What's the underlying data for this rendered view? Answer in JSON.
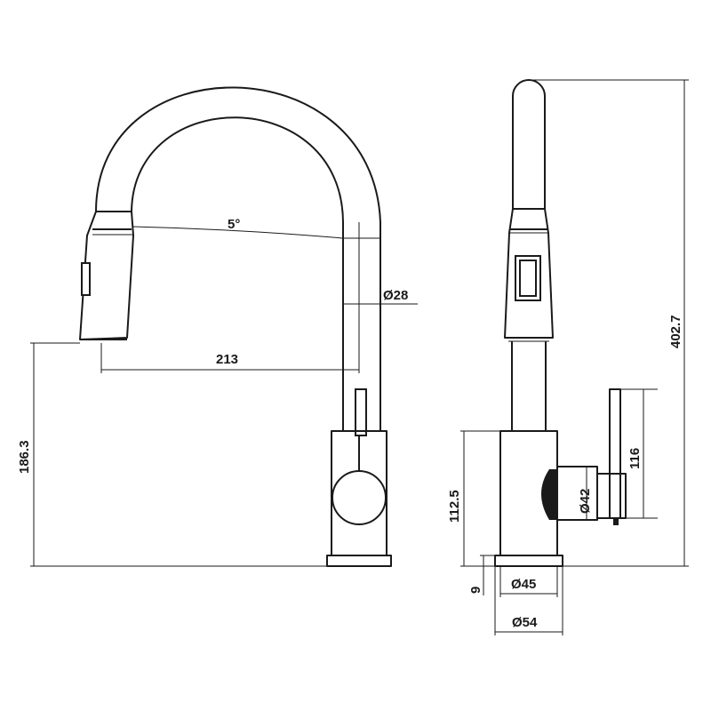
{
  "dimensions": {
    "angle": "5°",
    "hose_diameter": "Ø28",
    "reach": "213",
    "spout_height": "186.3",
    "total_height": "402.7",
    "handle_height": "116",
    "body_height": "112.5",
    "handle_diameter": "Ø42",
    "base_thickness": "9",
    "body_diameter": "Ø45",
    "base_diameter": "Ø54"
  }
}
